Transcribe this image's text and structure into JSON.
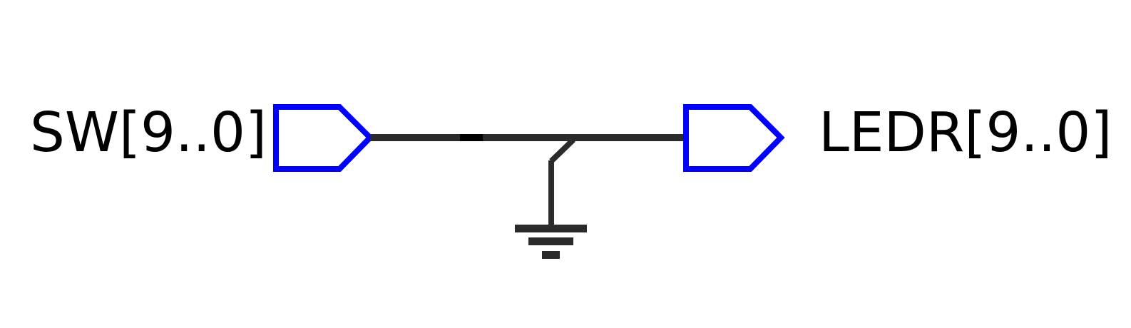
{
  "diagram": {
    "input_port": {
      "label": "SW[9..0]",
      "shape": "input-pin",
      "color": "#0000ff"
    },
    "output_port": {
      "label": "LEDR[9..0]",
      "shape": "output-pin",
      "color": "#0000ff"
    },
    "bus": {
      "color": "#2b2b2b",
      "connects": [
        "SW[9..0]",
        "LEDR[9..0]"
      ]
    },
    "ground": {
      "symbol": "ground-icon",
      "color": "#2b2b2b"
    },
    "text_color": "#000000"
  }
}
